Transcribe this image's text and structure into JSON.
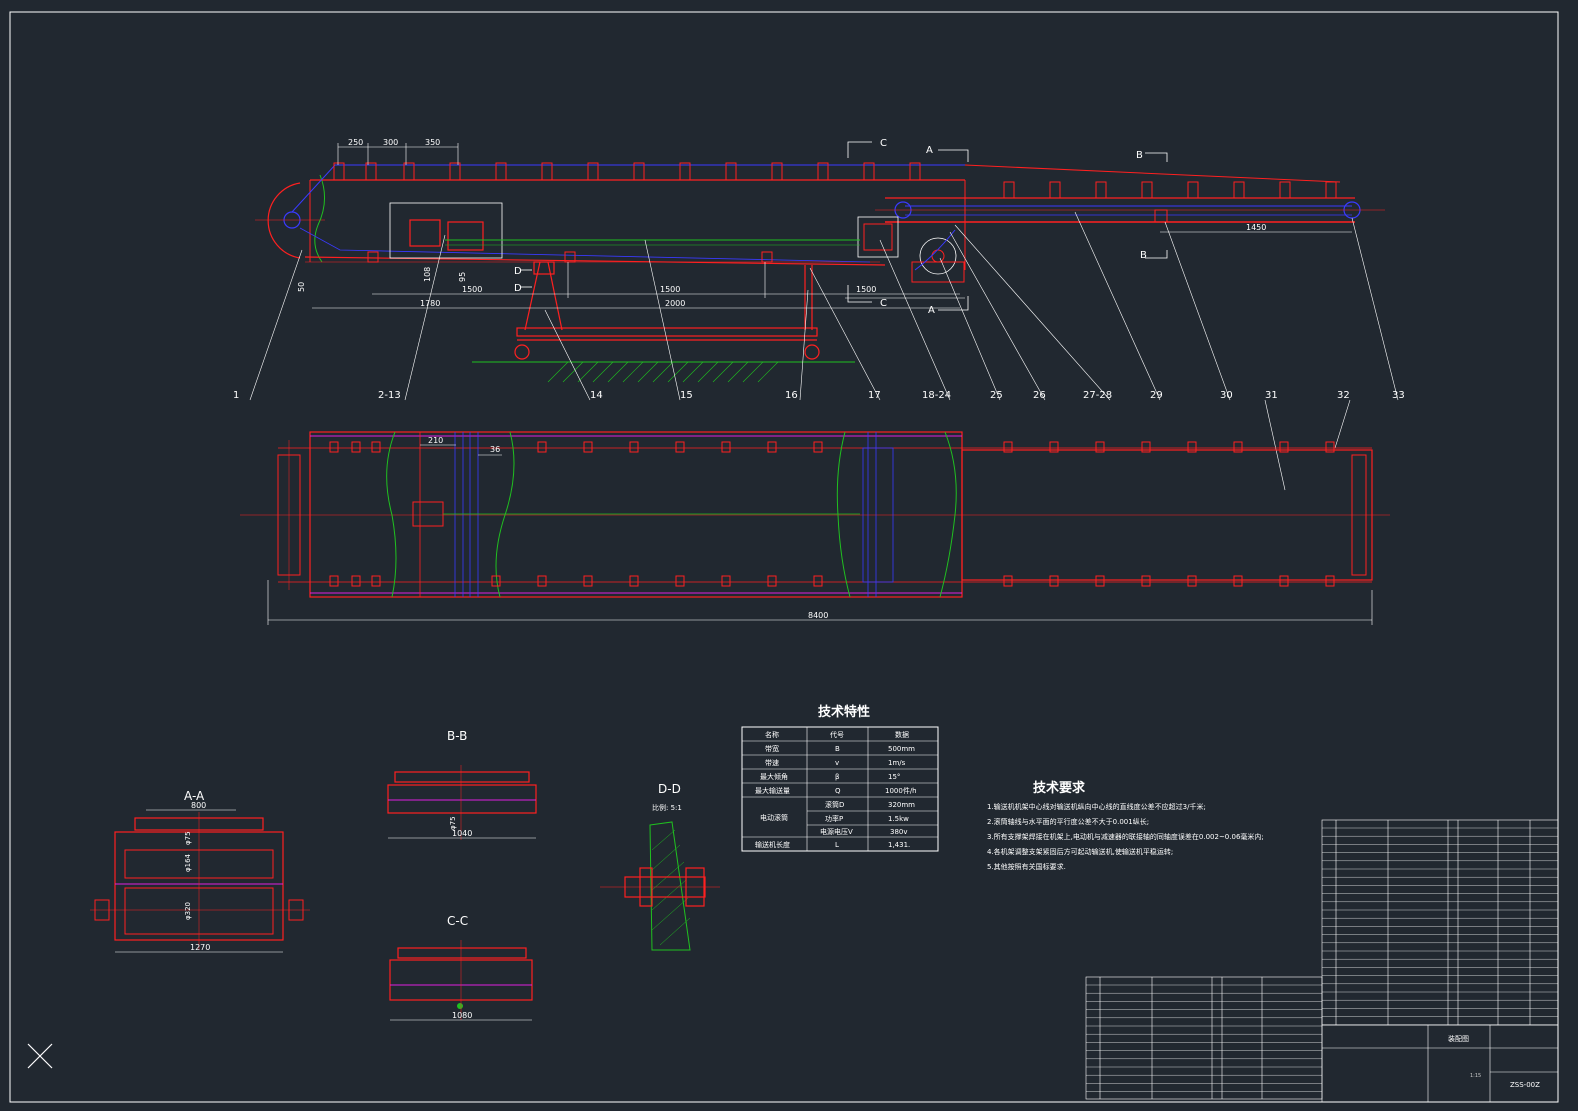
{
  "colors": {
    "bg": "#212830",
    "frame": "#ffffff",
    "red": "#ff2020",
    "blue": "#3a3aff",
    "green": "#20c020",
    "magenta": "#e020e0",
    "white": "#ffffff"
  },
  "dims_top": {
    "d250": "250",
    "d300": "300",
    "d350": "350",
    "d1500a": "1500",
    "d1500b": "1500",
    "d1500c": "1500",
    "d2000": "2000",
    "d1780": "1780",
    "d1450": "1450",
    "d108": "108",
    "d95": "95",
    "d50": "50"
  },
  "sections": {
    "a": "A",
    "b": "B",
    "c": "C",
    "d": "D",
    "aa": "A-A",
    "bb": "B-B",
    "cc": "C-C",
    "dd": "D-D",
    "dd_scale": "比例: 5:1"
  },
  "callouts": [
    "1",
    "2-13",
    "14",
    "15",
    "16",
    "17",
    "18-24",
    "25",
    "26",
    "27-28",
    "29",
    "30",
    "31",
    "32",
    "33"
  ],
  "dims_plan": {
    "d210": "210",
    "d36": "36",
    "d8400": "8400"
  },
  "dims_sections": {
    "aa_top": "800",
    "aa_bottom": "1270",
    "aa_d75": "φ75",
    "aa_d164": "φ164",
    "aa_d320": "φ320",
    "bb_bottom": "1040",
    "bb_d75": "φ75",
    "cc_bottom": "1080"
  },
  "tech_table": {
    "title": "技术特性",
    "header": [
      "名称",
      "代号",
      "数据"
    ],
    "rows": [
      [
        "带宽",
        "B",
        "500mm"
      ],
      [
        "带速",
        "v",
        "1m/s"
      ],
      [
        "最大倾角",
        "β",
        "15°"
      ],
      [
        "最大输送量",
        "Q",
        "1000件/h"
      ],
      [
        "",
        "滚筒D",
        "320mm"
      ],
      [
        "",
        "功率P",
        "1.5kw"
      ],
      [
        "",
        "电源电压V",
        "380v"
      ],
      [
        "输送机长度",
        "L",
        "1,431."
      ]
    ],
    "merged": "电动滚筒"
  },
  "requirements": {
    "title": "技术要求",
    "items": [
      "1.输送机机架中心线对输送机纵向中心线的直线度公差不应超过3/千米;",
      "2.滚筒轴线与水平面的平行度公差不大于0.001纵长;",
      "3.所有支撑架焊接在机架上,电动机与减速器的联接轴的同轴度误差在0.002~0.06毫米内;",
      "4.各机架调整支架紧固后方可起动输送机,使输送机平稳运转;",
      "5.其他按照有关国标要求."
    ]
  },
  "title_block": {
    "name": "装配图",
    "code": "ZSS-00Z",
    "scale": "1:15"
  },
  "bom": {
    "rows": 33
  }
}
